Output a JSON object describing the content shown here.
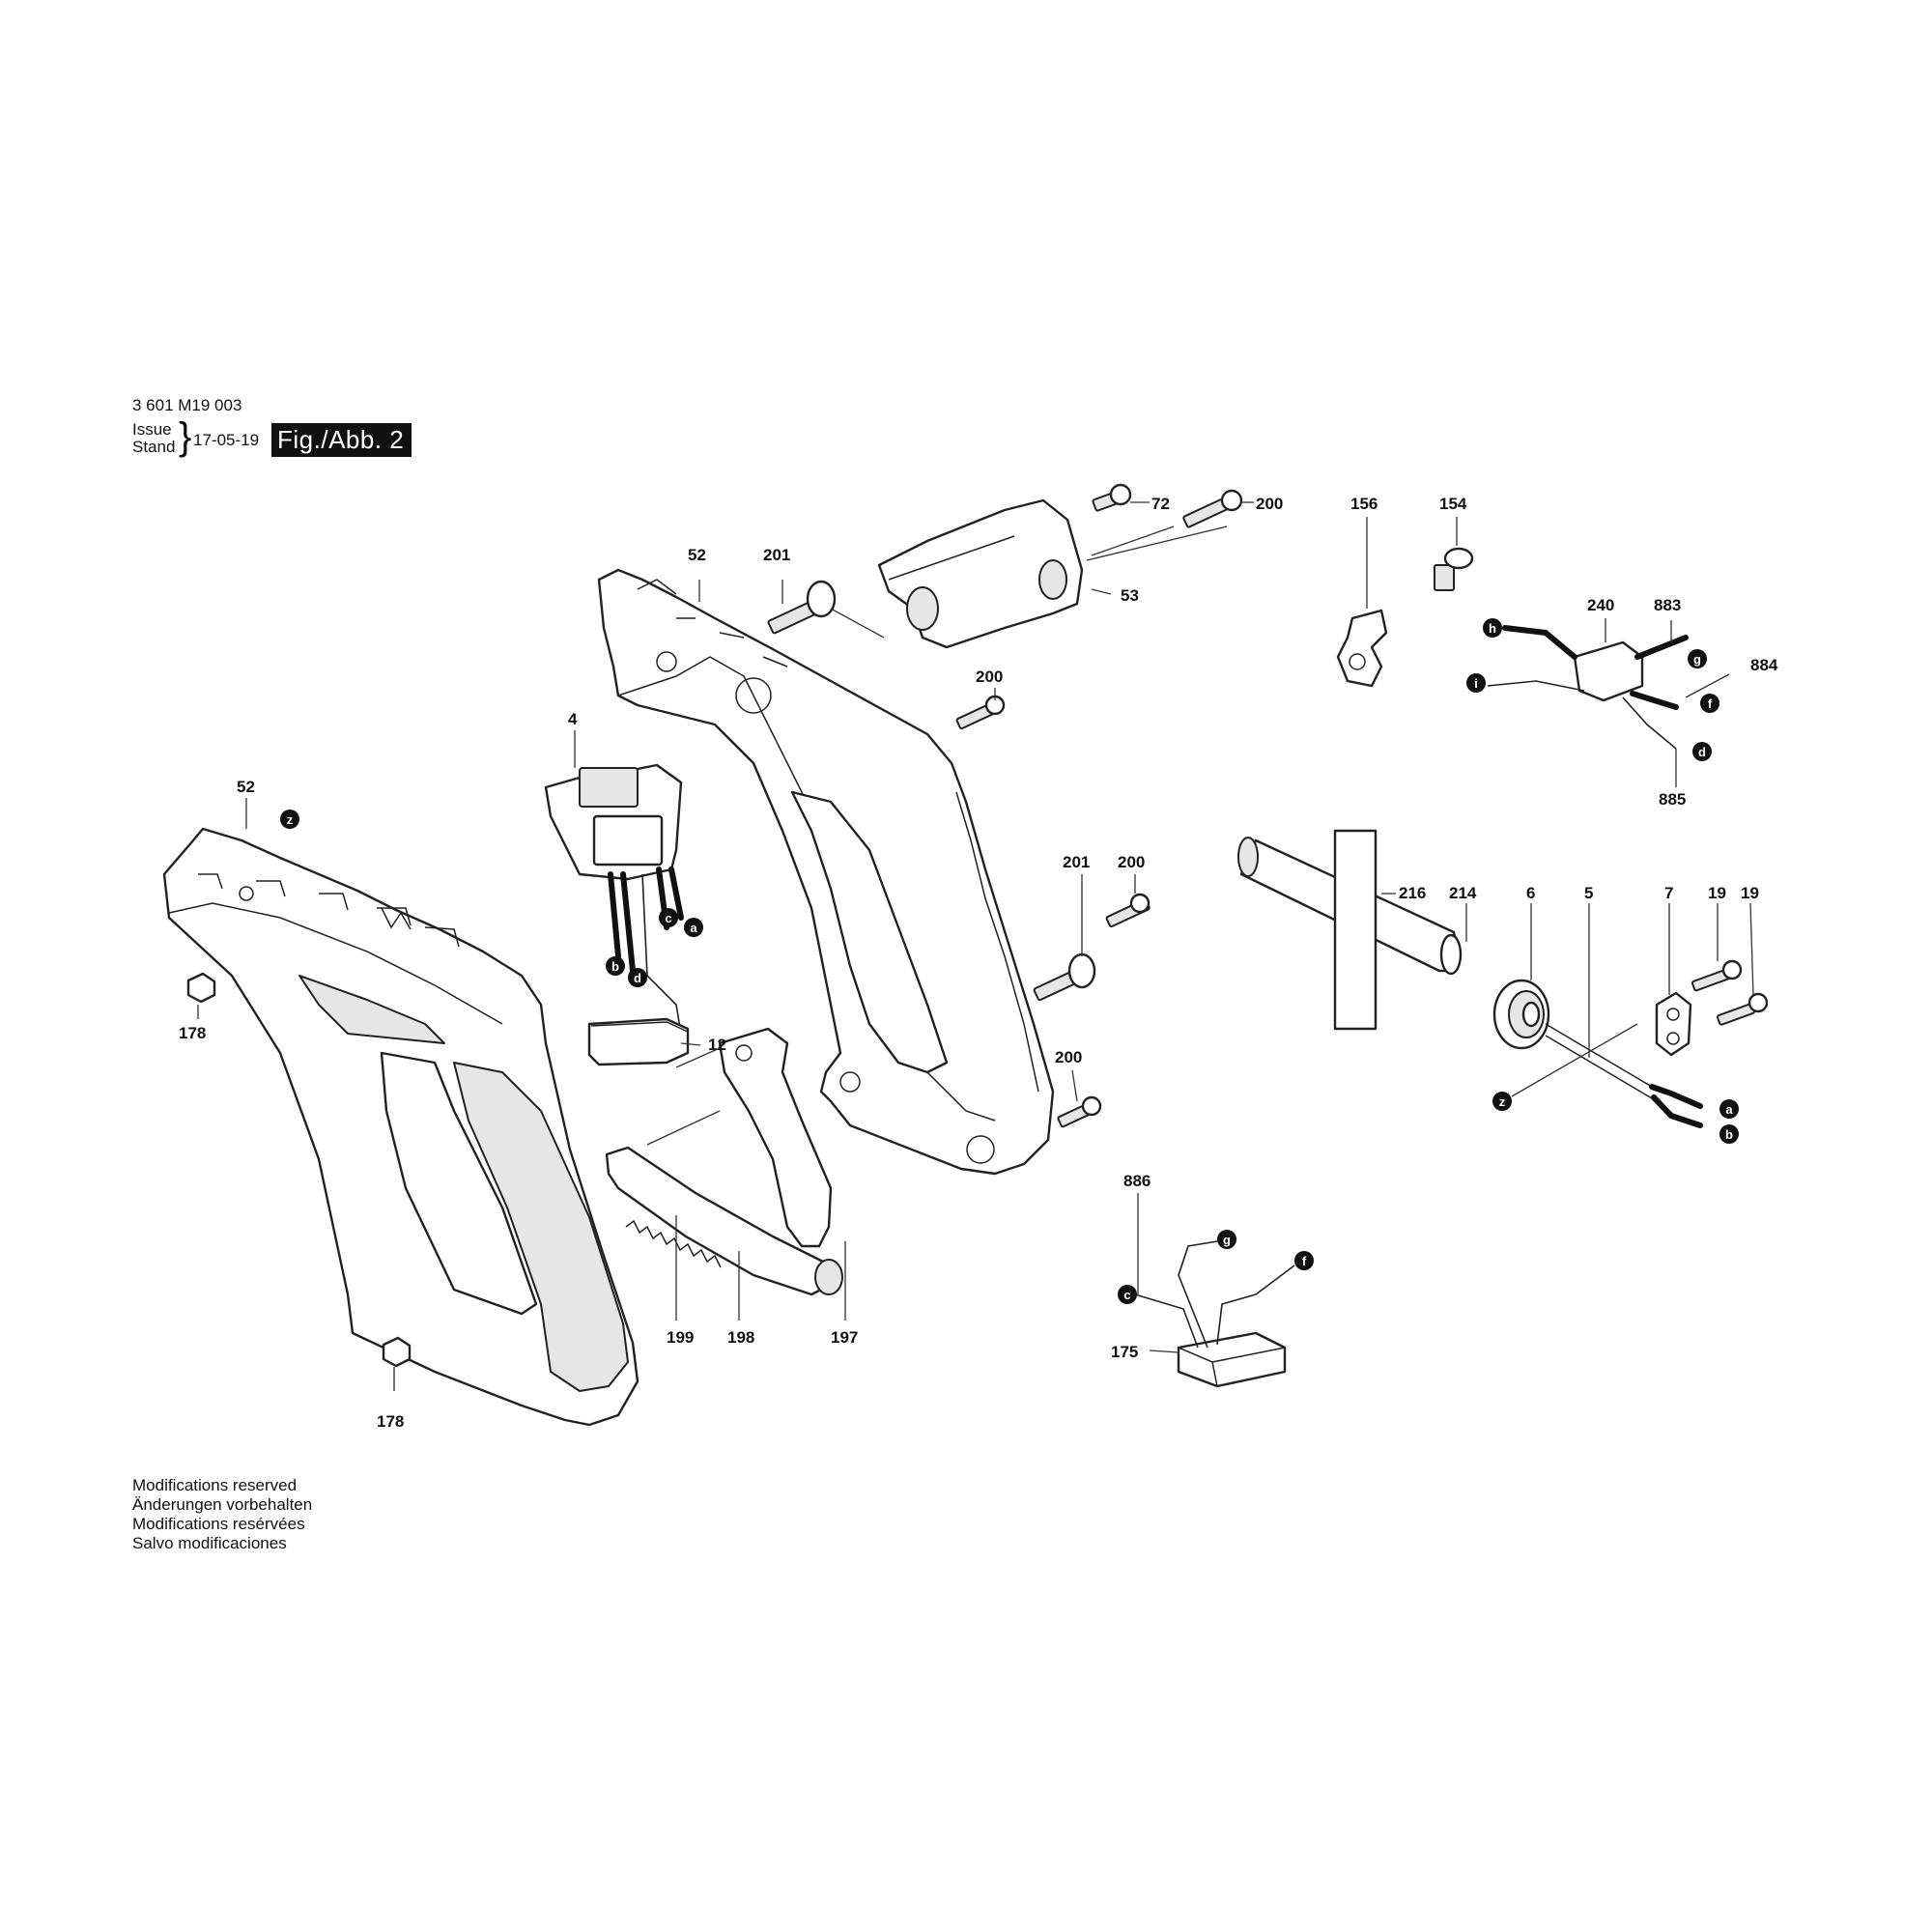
{
  "header": {
    "doc_number": "3 601 M19 003",
    "issue": "Issue",
    "stand": "Stand",
    "date": "17-05-19",
    "figure": "Fig./Abb. 2"
  },
  "footer": [
    "Modifications reserved",
    "Änderungen vorbehalten",
    "Modifications resérvées",
    "Salvo modificaciones"
  ],
  "part_numbers": {
    "p52_top": "52",
    "p201_top": "201",
    "p72": "72",
    "p200_top": "200",
    "p53": "53",
    "p156": "156",
    "p154": "154",
    "p240": "240",
    "p883": "883",
    "p884": "884",
    "p885": "885",
    "p200_mid": "200",
    "p4": "4",
    "p52_left": "52",
    "p178_top": "178",
    "p12": "12",
    "p201_mid": "201",
    "p200_mid2": "200",
    "p216": "216",
    "p214": "214",
    "p6": "6",
    "p5": "5",
    "p7": "7",
    "p19_a": "19",
    "p19_b": "19",
    "p200_low": "200",
    "p886": "886",
    "p175": "175",
    "p199": "199",
    "p198": "198",
    "p197": "197",
    "p178_bot": "178"
  },
  "badges": {
    "z_left": "z",
    "c_sw": "c",
    "a_sw": "a",
    "b_sw": "b",
    "d_sw": "d",
    "h": "h",
    "g_tr": "g",
    "i": "i",
    "f_tr": "f",
    "d_tr": "d",
    "z_right": "z",
    "a_right": "a",
    "b_right": "b",
    "g_cap": "g",
    "f_cap": "f",
    "c_cap": "c"
  }
}
